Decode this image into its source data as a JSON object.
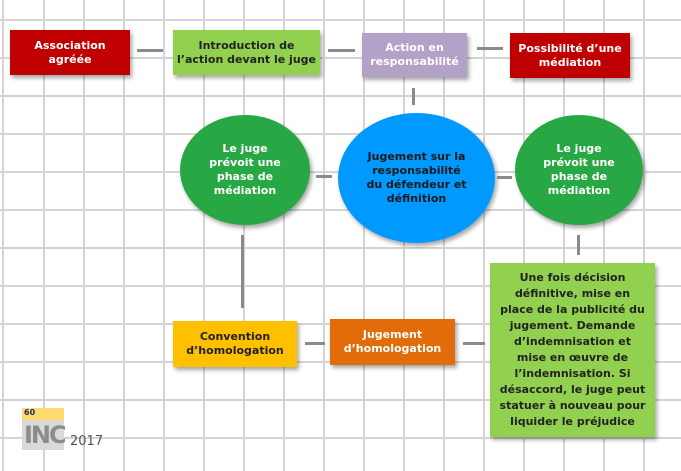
{
  "nodes": {
    "association": "Association agréée",
    "introduction": "Introduction de l’action  devant le juge",
    "action": "Action en responsabilité",
    "possibilite": "Possibilité d’une médiation",
    "mediation_left": "Le juge prévoit une phase de médiation",
    "jugement": "Jugement sur la responsabilité du défendeur et définition",
    "mediation_right": "Le juge prévoit une phase de médiation",
    "decision": "Une fois décision définitive, mise en place de la publicité du jugement. Demande d’indemnisation  et mise en œuvre de l’indemnisation. Si désaccord, le juge peut statuer à nouveau pour liquider le préjudice",
    "convention": "Convention d’homologation",
    "jugement_homologation": "Jugement d’homologation"
  },
  "colors": {
    "red": "#c00000",
    "light_green": "#92d050",
    "purple": "#b3a2c7",
    "green": "#28a745",
    "blue": "#0099ff",
    "yellow": "#ffc000",
    "orange": "#e36c0a"
  },
  "logo": {
    "text": "INC",
    "badge": "60"
  },
  "year": "2017"
}
